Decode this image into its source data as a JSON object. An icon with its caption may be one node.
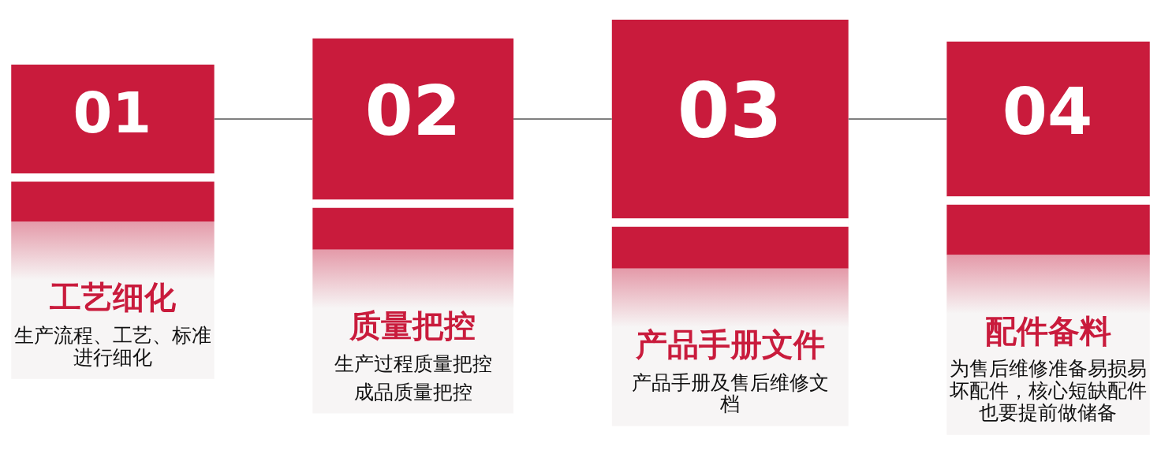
{
  "diagram": {
    "nodes": [
      {
        "text": [
          "01",
          "工艺细化",
          "生产流程、工艺、标准进行细化"
        ]
      },
      {
        "text": [
          "02",
          "质量把控",
          "生产过程质量把控",
          "成品质量把控"
        ]
      },
      {
        "text": [
          "03",
          "产品手册文件",
          "产品手册及售后维修文档"
        ]
      },
      {
        "text": [
          "04",
          "配件备料",
          "为售后维修准备易损易坏配件，核心短缺配件也要提前做储备"
        ]
      }
    ],
    "edges": [
      {
        "from": 0,
        "to": 1,
        "arrow": "none"
      },
      {
        "from": 1,
        "to": 2,
        "arrow": "none"
      },
      {
        "from": 2,
        "to": 3,
        "arrow": "none"
      }
    ]
  }
}
